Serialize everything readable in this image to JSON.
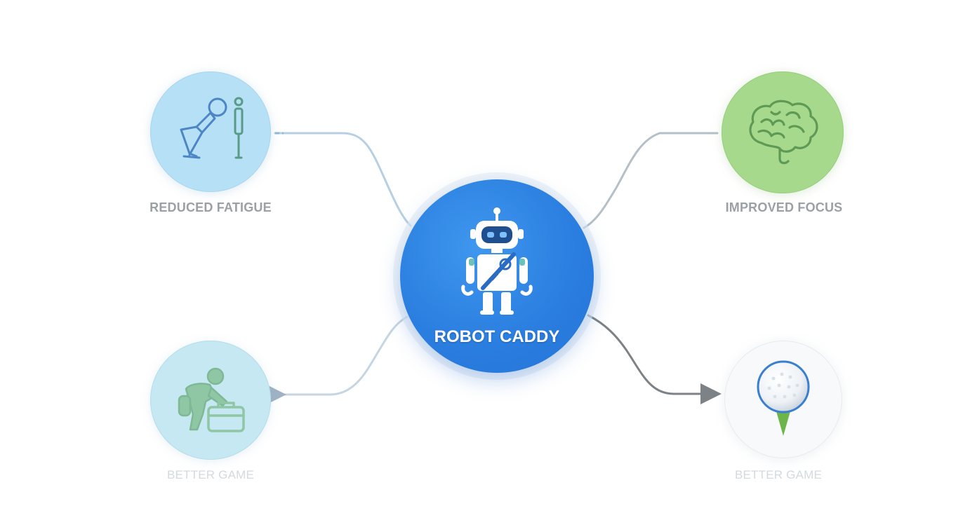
{
  "center": {
    "label": "ROBOT CADDY",
    "icon": "robot-icon",
    "color": "#2b7fe0"
  },
  "nodes": {
    "fatigue": {
      "label": "REDUCED FATIGUE",
      "icon": "posture-icon",
      "color": "#b6e0f5"
    },
    "focus": {
      "label": "IMPROVED FOCUS",
      "icon": "brain-icon",
      "color": "#a6d98c"
    },
    "game_left": {
      "label": "BETTER GAME",
      "icon": "lifting-bag-icon",
      "color": "#c6e8f2"
    },
    "game_right": {
      "label": "BETTER GAME",
      "icon": "golf-ball-icon",
      "color": "#f7f9fb"
    }
  }
}
